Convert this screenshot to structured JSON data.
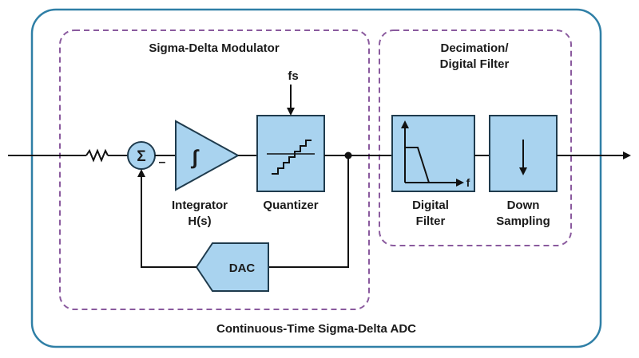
{
  "title": "Continuous-Time Sigma-Delta ADC",
  "modulator": {
    "title": "Sigma-Delta Modulator",
    "summer_symbol": "Σ",
    "minus_sign": "–",
    "integrator": {
      "line1": "Integrator",
      "line2": "H(s)",
      "symbol": "∫"
    },
    "quantizer": {
      "label": "Quantizer",
      "clock": "fs"
    },
    "dac": {
      "label": "DAC"
    }
  },
  "decimation": {
    "title_line1": "Decimation/",
    "title_line2": "Digital Filter",
    "digital_filter": {
      "line1": "Digital",
      "line2": "Filter",
      "axis_label": "f"
    },
    "down_sampling": {
      "line1": "Down",
      "line2": "Sampling"
    }
  },
  "colors": {
    "outer_border": "#2f7fa6",
    "group_border": "#8a5a9e",
    "block_fill": "#a9d3ef",
    "block_stroke": "#1f3b4d",
    "line": "#111111"
  }
}
